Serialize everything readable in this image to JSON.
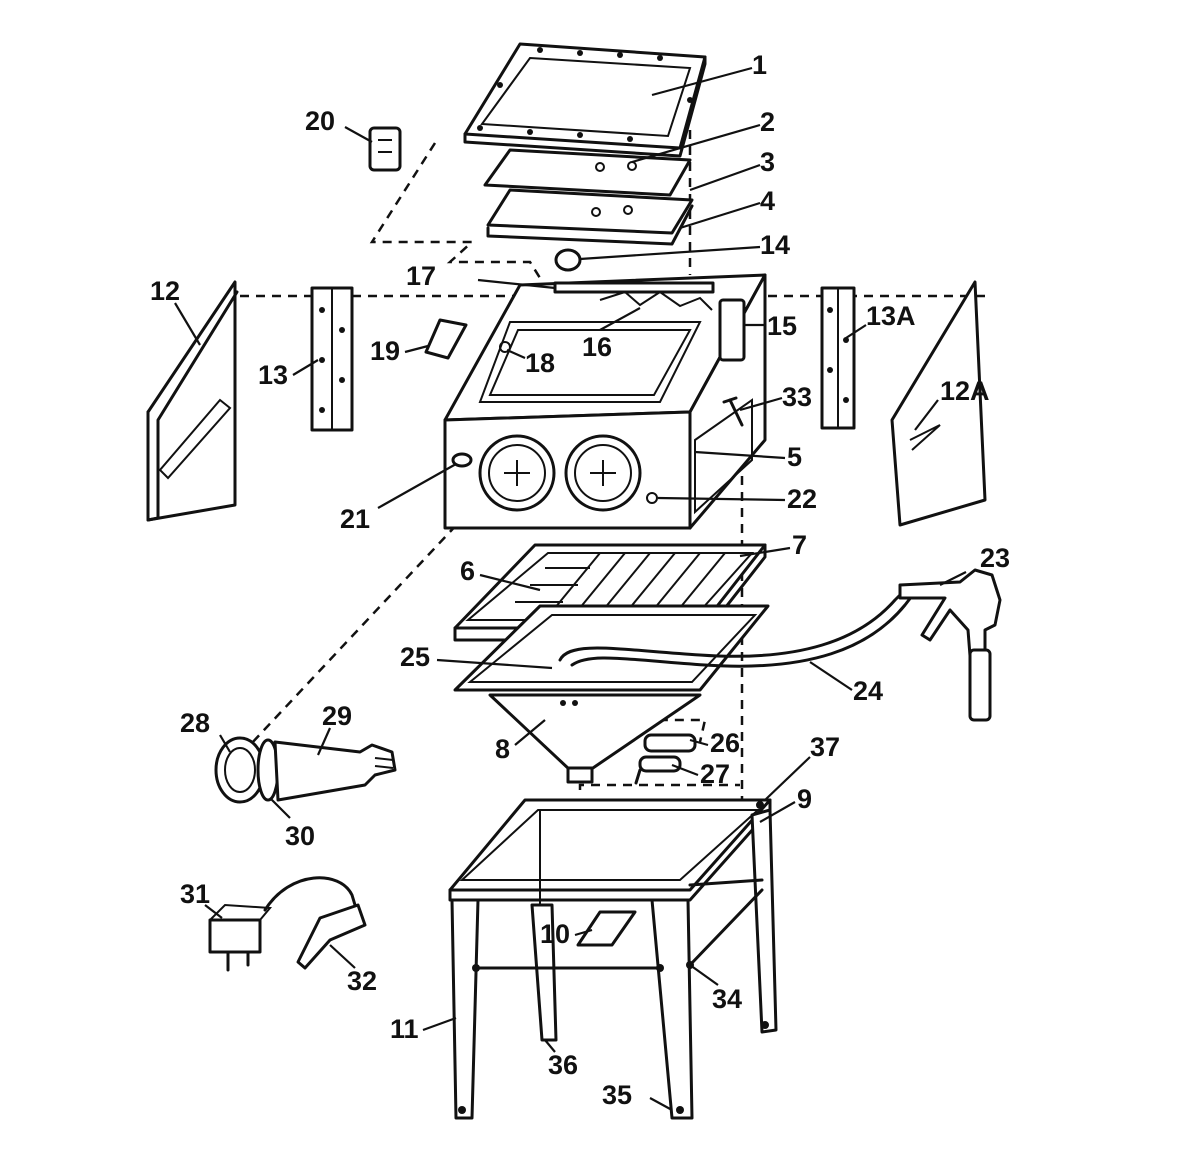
{
  "callouts": [
    {
      "id": "1",
      "text": "1"
    },
    {
      "id": "2",
      "text": "2"
    },
    {
      "id": "3",
      "text": "3"
    },
    {
      "id": "4",
      "text": "4"
    },
    {
      "id": "5",
      "text": "5"
    },
    {
      "id": "6",
      "text": "6"
    },
    {
      "id": "7",
      "text": "7"
    },
    {
      "id": "8",
      "text": "8"
    },
    {
      "id": "9",
      "text": "9"
    },
    {
      "id": "10",
      "text": "10"
    },
    {
      "id": "11",
      "text": "11"
    },
    {
      "id": "12",
      "text": "12"
    },
    {
      "id": "12A",
      "text": "12A"
    },
    {
      "id": "13",
      "text": "13"
    },
    {
      "id": "13A",
      "text": "13A"
    },
    {
      "id": "14",
      "text": "14"
    },
    {
      "id": "15",
      "text": "15"
    },
    {
      "id": "16",
      "text": "16"
    },
    {
      "id": "17",
      "text": "17"
    },
    {
      "id": "18",
      "text": "18"
    },
    {
      "id": "19",
      "text": "19"
    },
    {
      "id": "20",
      "text": "20"
    },
    {
      "id": "21",
      "text": "21"
    },
    {
      "id": "22",
      "text": "22"
    },
    {
      "id": "23",
      "text": "23"
    },
    {
      "id": "24",
      "text": "24"
    },
    {
      "id": "25",
      "text": "25"
    },
    {
      "id": "26",
      "text": "26"
    },
    {
      "id": "27",
      "text": "27"
    },
    {
      "id": "28",
      "text": "28"
    },
    {
      "id": "29",
      "text": "29"
    },
    {
      "id": "30",
      "text": "30"
    },
    {
      "id": "31",
      "text": "31"
    },
    {
      "id": "32",
      "text": "32"
    },
    {
      "id": "33",
      "text": "33"
    },
    {
      "id": "34",
      "text": "34"
    },
    {
      "id": "35",
      "text": "35"
    },
    {
      "id": "36",
      "text": "36"
    },
    {
      "id": "37",
      "text": "37"
    }
  ]
}
